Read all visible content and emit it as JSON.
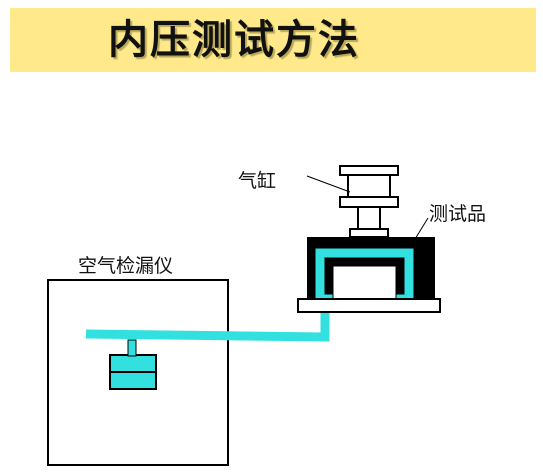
{
  "title": "内压测试方法",
  "labels": {
    "cylinder": "气缸",
    "test_sample": "测试品",
    "leak_tester": "空气检漏仪"
  },
  "colors": {
    "banner": "#ffe98a",
    "air_line": "#33e0e0",
    "fixture": "#000000"
  }
}
